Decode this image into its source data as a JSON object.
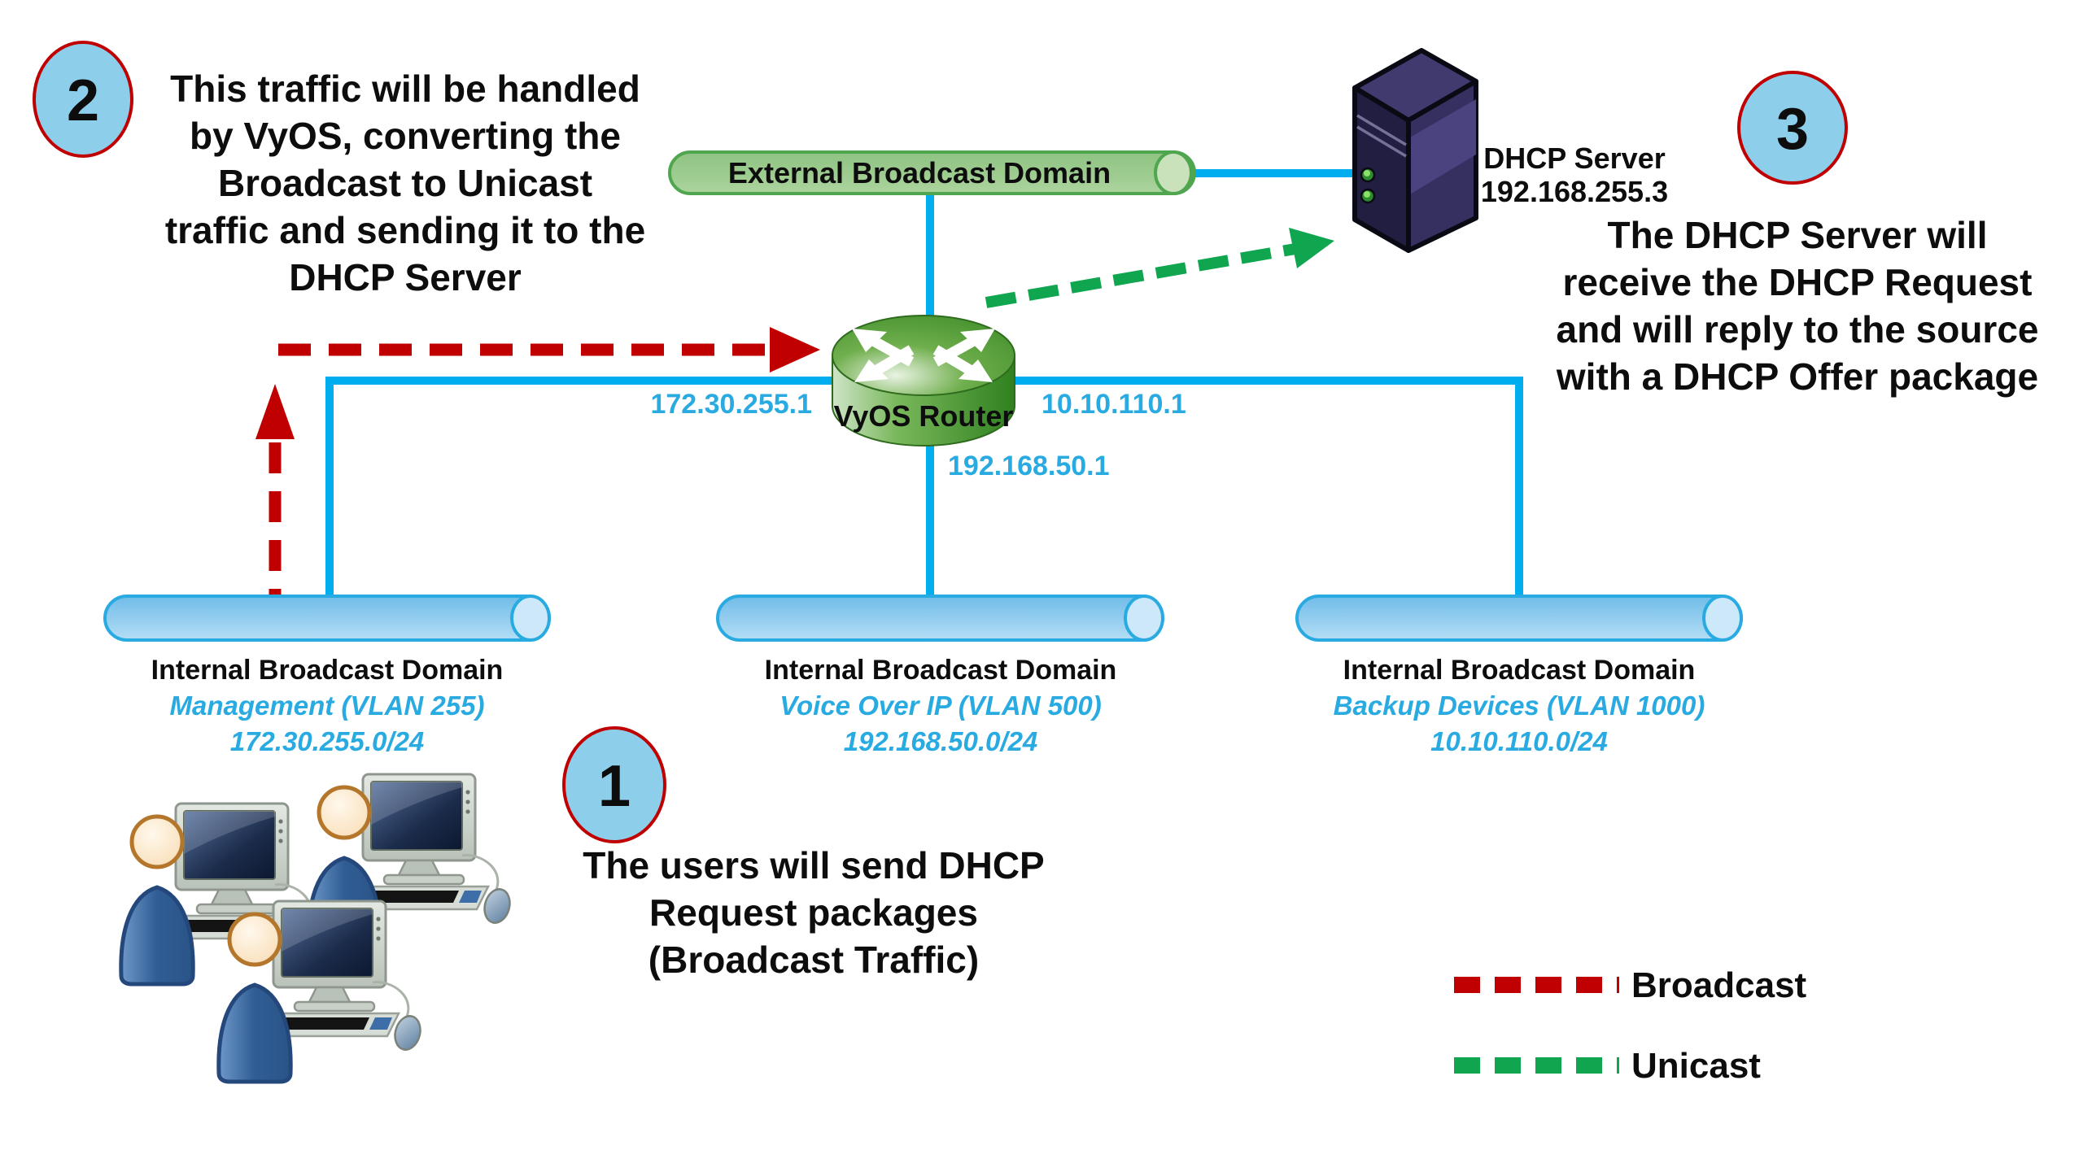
{
  "steps": {
    "step1": {
      "number": "1",
      "lines": [
        "The users will send DHCP",
        "Request packages",
        "(Broadcast Traffic)"
      ]
    },
    "step2": {
      "number": "2",
      "lines": [
        "This traffic will be handled",
        "by VyOS, converting the",
        "Broadcast to Unicast",
        "traffic and sending it to the",
        "DHCP Server"
      ]
    },
    "step3": {
      "number": "3",
      "lines": [
        "The DHCP Server will",
        "receive the DHCP Request",
        "and will reply to the source",
        "with a DHCP Offer package"
      ]
    }
  },
  "external_domain": {
    "label": "External Broadcast Domain"
  },
  "dhcp_server": {
    "title": "DHCP Server",
    "ip": "192.168.255.3"
  },
  "router": {
    "label": "VyOS Router",
    "interface_left": "172.30.255.1",
    "interface_right": "10.10.110.1",
    "interface_bottom": "192.168.50.1"
  },
  "internal_domains": [
    {
      "title": "Internal Broadcast Domain",
      "vlan": "Management (VLAN 255)",
      "subnet": "172.30.255.0/24"
    },
    {
      "title": "Internal Broadcast Domain",
      "vlan": "Voice Over IP (VLAN 500)",
      "subnet": "192.168.50.0/24"
    },
    {
      "title": "Internal Broadcast Domain",
      "vlan": "Backup Devices (VLAN 1000)",
      "subnet": "10.10.110.0/24"
    }
  ],
  "legend": {
    "broadcast": {
      "label": "Broadcast",
      "color": "#C00000"
    },
    "unicast": {
      "label": "Unicast",
      "color": "#0FA64F"
    }
  },
  "colors": {
    "link_blue": "#00AEEF",
    "label_blue": "#29ABE2",
    "broadcast_red": "#C00000",
    "unicast_green": "#0FA64F",
    "step_circle_fill": "#8DCEEA",
    "step_circle_border": "#C00000"
  }
}
